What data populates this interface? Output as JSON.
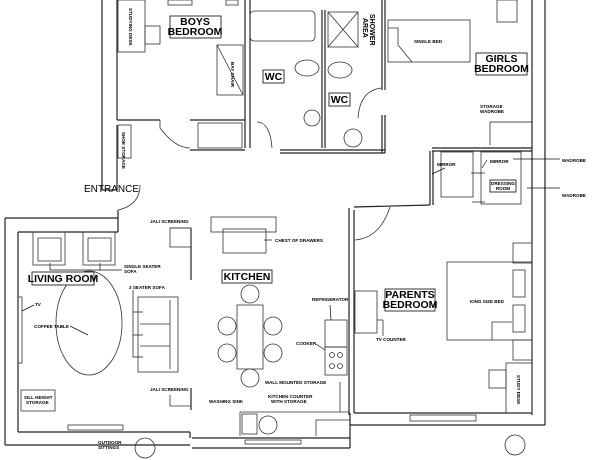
{
  "rooms": {
    "boys_bedroom": [
      "BOYS",
      "BEDROOM"
    ],
    "girls_bedroom": [
      "GIRLS",
      "BEDROOM"
    ],
    "parents_bedroom": [
      "PARENTS",
      "BEDROOM"
    ],
    "wc_1": "WC",
    "wc_2": "WC",
    "shower_area": [
      "SHOWER",
      "AREA"
    ],
    "living_room": "LIVING ROOM",
    "kitchen": "KITCHEN",
    "dressing_room": [
      "DRESSING",
      "ROOM"
    ],
    "entrance": "ENTRANCE"
  },
  "labels": {
    "studying_desk": "STUDYING DESK",
    "bay_chair": "BAY CHAIR",
    "shoe_storage": "SHOE STORAGE",
    "single_bed": "SINGLE BED",
    "storage_wardrobe": [
      "STORAGE",
      "WADROBE"
    ],
    "mirror_1": "MIRROR",
    "mirror_2": "MIRROR",
    "wardrobe_1": "WADROBE",
    "wardrobe_2": "WADROBE",
    "jali_screening_top": "JALI SCREENING",
    "chest_of_drawers": "CHEST OF DRAWERS",
    "single_seater_sofa": [
      "SINGLE SEATER",
      "SOFA"
    ],
    "three_seater_sofa": "3 SEATER SOFA",
    "tv": "TV",
    "coffee_table": "COFFEE TABLE",
    "sill_height_storage": [
      "SILL HEIGHT",
      "STORAGE"
    ],
    "jali_screening_bottom": "JALI SCREENING",
    "washing_sink": "WASHING SINK",
    "kitchen_counter": [
      "KITCHEN COUNTER",
      "WITH STORAGE"
    ],
    "wall_mounted_storage": "WALL MOUNTED STORAGE",
    "cooker": "COOKER",
    "refrigerator": "REFRIGERATOR",
    "tv_counter": "TV COUNTER",
    "king_size_bed": "KING SIZE BED",
    "study_desk": "STUDY DESK",
    "outdoor_sittings": [
      "OUTDOOR",
      "SITTINGS"
    ]
  }
}
